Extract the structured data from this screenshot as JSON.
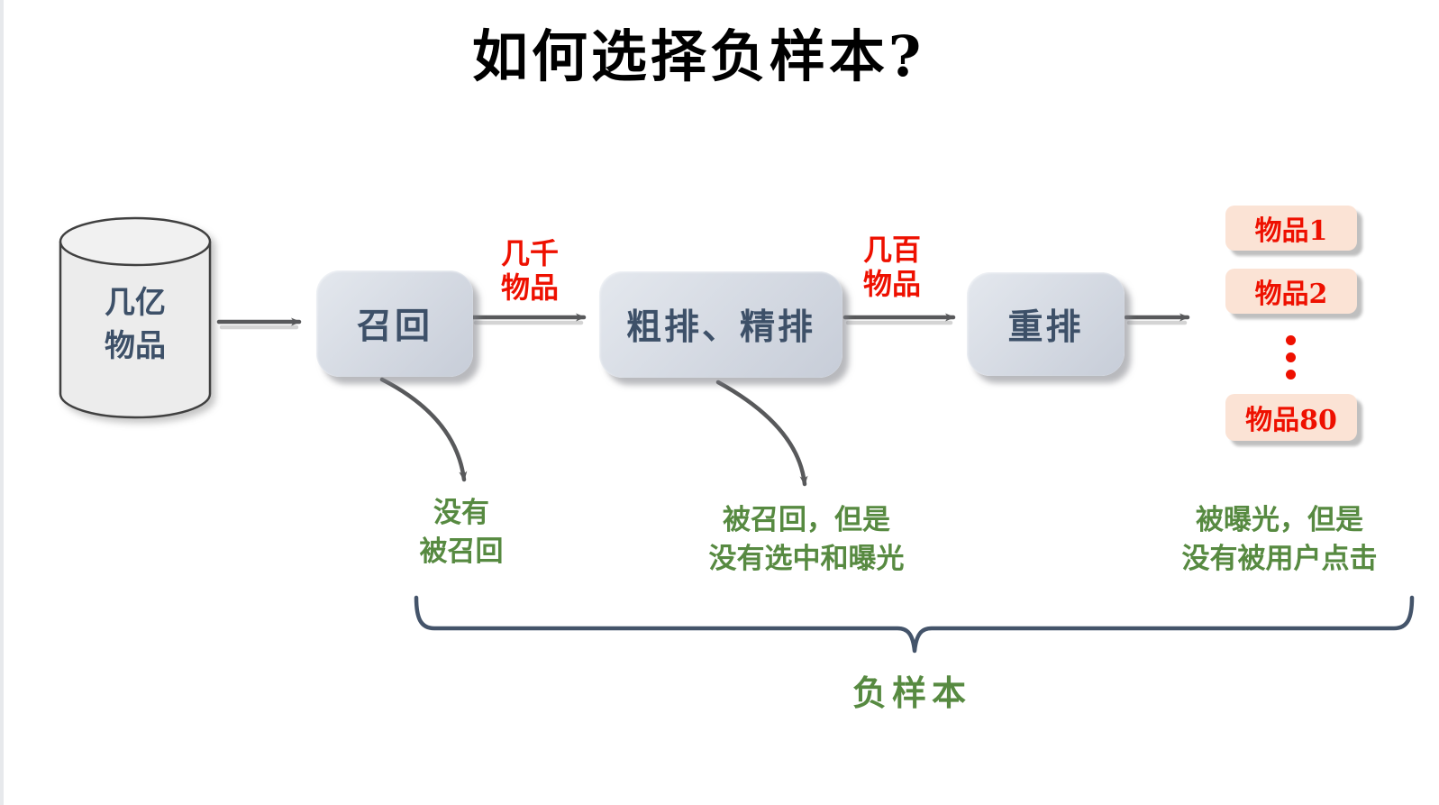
{
  "title": "如何选择负样本?",
  "colors": {
    "stage_box_fill": "#d5dae2",
    "stage_text": "#3d5068",
    "flow_label_red": "#ee1000",
    "item_box_fill": "#fbe3d5",
    "item_text_red": "#ee1000",
    "annotation_green": "#578a41",
    "arrow_gray": "#58595b",
    "brace_color": "#44546a",
    "cylinder_fill": "#ececec",
    "cylinder_stroke": "#404040"
  },
  "source_db": {
    "label_line1": "几亿",
    "label_line2": "物品"
  },
  "stages": [
    {
      "label": "召回"
    },
    {
      "label": "粗排、精排"
    },
    {
      "label": "重排"
    }
  ],
  "flow_labels": [
    {
      "line1": "几千",
      "line2": "物品"
    },
    {
      "line1": "几百",
      "line2": "物品"
    }
  ],
  "output_items": [
    {
      "label": "物品1"
    },
    {
      "label": "物品2"
    },
    {
      "label": "物品80"
    }
  ],
  "annotations": [
    {
      "line1": "没有",
      "line2": "被召回"
    },
    {
      "line1": "被召回，但是",
      "line2": "没有选中和曝光"
    },
    {
      "line1": "被曝光，但是",
      "line2": "没有被用户点击"
    }
  ],
  "brace_label": "负样本"
}
